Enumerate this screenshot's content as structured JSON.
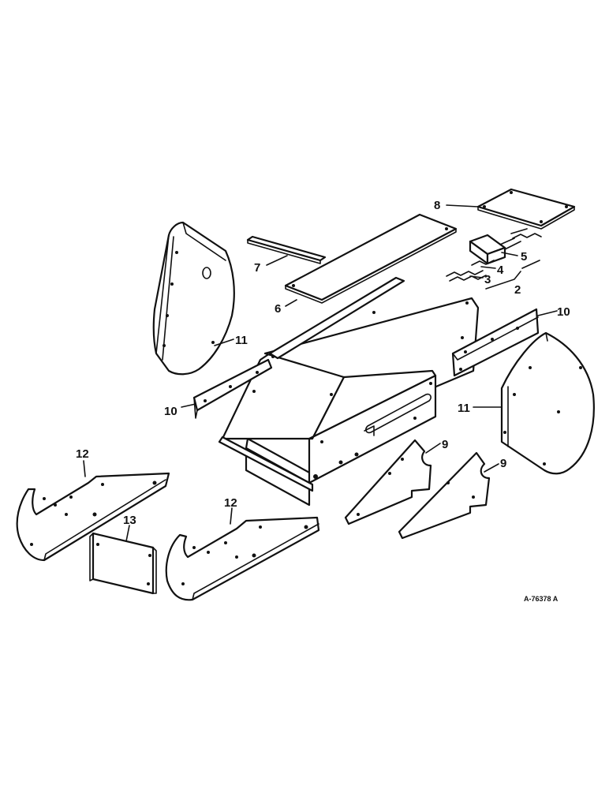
{
  "diagram": {
    "reference_code": "A-76378 A",
    "callouts": {
      "c2": "2",
      "c3": "3",
      "c4": "4",
      "c5": "5",
      "c6": "6",
      "c7": "7",
      "c8": "8",
      "c9a": "9",
      "c9b": "9",
      "c10a": "10",
      "c10b": "10",
      "c11a": "11",
      "c11b": "11",
      "c12a": "12",
      "c12b": "12",
      "c13": "13"
    }
  }
}
